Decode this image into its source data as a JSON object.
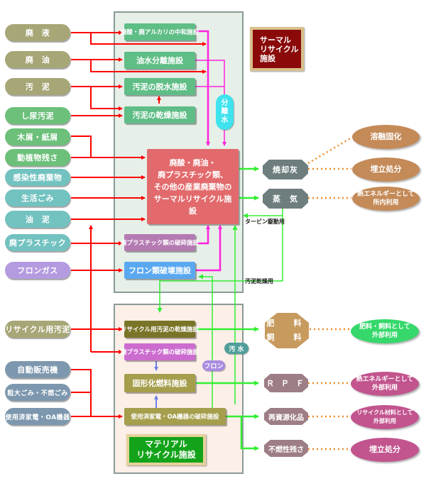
{
  "thermal_label": {
    "line1": "サーマル",
    "line2": "リサイクル",
    "line3": "施設"
  },
  "material_label": {
    "line1": "マテリアル",
    "line2": "リサイクル施設"
  },
  "inputs": [
    {
      "id": "waste-liquid",
      "label": "廃　液"
    },
    {
      "id": "waste-oil",
      "label": "廃　油"
    },
    {
      "id": "sludge",
      "label": "汚　泥"
    },
    {
      "id": "night-soil-sludge",
      "label": "し尿汚泥"
    },
    {
      "id": "wood-paper",
      "label": "木屑・紙屑"
    },
    {
      "id": "animal-plant-residue",
      "label": "動植物残さ"
    },
    {
      "id": "infectious-waste",
      "label": "感染性廃棄物"
    },
    {
      "id": "household-waste",
      "label": "生活ごみ"
    },
    {
      "id": "oil-sludge",
      "label": "油　泥"
    },
    {
      "id": "waste-plastic",
      "label": "廃プラスチック"
    },
    {
      "id": "freon-gas",
      "label": "フロンガス"
    },
    {
      "id": "recycle-sludge",
      "label": "リサイクル用汚泥"
    },
    {
      "id": "vending-machines",
      "label": "自動販売機"
    },
    {
      "id": "bulky-waste",
      "label": "粗大ごみ・不燃ごみ"
    },
    {
      "id": "used-appliances",
      "label": "使用済家電・OA機器"
    }
  ],
  "thermal_facilities": {
    "neutralization": "廃酸・廃アルカリの中和施設",
    "oil_water_separation": "油水分離施設",
    "sludge_dewatering": "汚泥の脱水施設",
    "sludge_drying": "汚泥の乾燥施設",
    "main": {
      "line1": "廃酸・廃油・",
      "line2": "廃プラスチック類、",
      "line3": "その他の産業廃棄物の",
      "line4": "サーマルリサイクル施設"
    },
    "plastic_crushing": "廃プラスチック類の破砕施設",
    "freon_destruction": "フロン類破壊施設"
  },
  "material_facilities": {
    "recycle_sludge_drying": "リサイクル用汚泥の乾燥施設",
    "plastic_crushing": "廃プラスチック類の破砕施設",
    "solid_fuel": "固形化燃料施設",
    "appliance_crushing": "使用済家電・OA機器の破砕施設"
  },
  "tags": {
    "separated_water": {
      "c1": "分",
      "c2": "離",
      "c3": "水"
    },
    "wastewater": "汚 水",
    "freon": "フロン"
  },
  "notes": {
    "turbine": "タービン駆動用",
    "sludge_drying_use": "汚泥乾燥用"
  },
  "outputs": {
    "incineration_ash": "焼却灰",
    "steam": "蒸　気",
    "fertilizer_feed": {
      "line1": "肥　料",
      "line2": "飼　料"
    },
    "rpf": "Ｒ Ｐ Ｆ",
    "recycled_products": "再資源化品",
    "incombustible_residue": "不燃性残さ"
  },
  "destinations": {
    "melt_solidify": "溶融固化",
    "landfill_1": "埋立処分",
    "heat_internal": {
      "line1": "熱エネルギーとして",
      "line2": "所内利用"
    },
    "fert_feed_external": {
      "line1": "肥料・飼料として",
      "line2": "外部利用"
    },
    "heat_external": {
      "line1": "熱エネルギーとして",
      "line2": "外部利用"
    },
    "recycle_material_external": {
      "line1": "リサイクル材料として",
      "line2": "外部利用"
    },
    "landfill_2": "埋立処分"
  },
  "colors": {
    "input_flow": "#ff0000",
    "separated_water_flow": "#ff33dd",
    "product_flow": "#33ff33",
    "dotted_link": "#f08a2a",
    "blue_flow": "#6a7fe8"
  }
}
